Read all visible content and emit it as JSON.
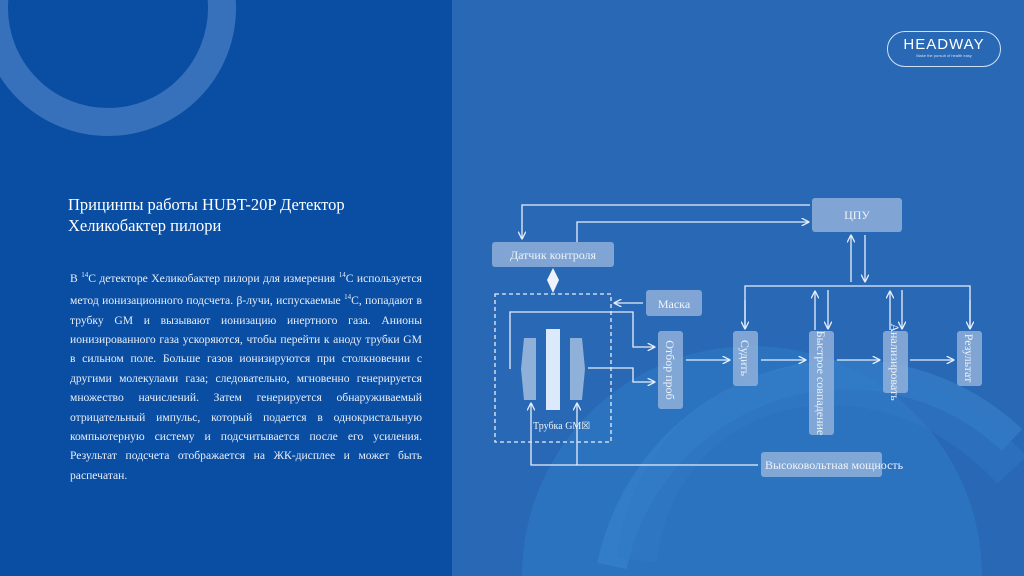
{
  "left": {
    "title_line1": "Прицинпы работы HUBT-20P Детектор",
    "title_line2": "Хеликобактер пилори",
    "body": {
      "p1": "В ",
      "sup1": "14",
      "p2": "С детекторе Хеликобактер пилори для измерения ",
      "sup2": "14",
      "p3": "С используется метод ионизационного подсчета. β-лучи, испускаемые ",
      "sup3": "14",
      "p4": "С, попадают в трубку GM и вызывают ионизацию инертного газа. Анионы ионизированного газа ускоряются, чтобы перейти к аноду трубки GM в сильном поле. Больше газов ионизируются при столкновении с другими молекулами газа; следовательно, мгновенно генерируется множество начислений. Затем генерируется обнаруживаемый отрицательный импульс, который подается в однокристальную компьютерную систему и подсчитывается после его усиления. Результат подсчета отображается на ЖК-дисплее и может быть распечатан."
    }
  },
  "logo": {
    "name": "HEADWAY",
    "slogan": "Make the pursuit of health easy"
  },
  "diagram": {
    "cpu": "ЦПУ",
    "control_sensor": "Датчик контроля",
    "mask": "Маска",
    "sampling": "Отбор проб",
    "judge": "Судить",
    "fast_coincidence": "Быстрое совпадение",
    "analyze": "Анализировать",
    "result": "Результат",
    "high_voltage": "Высоковольтная мощность",
    "gm_tube": "Трубка GM☒"
  },
  "colors": {
    "left_bg": "#0a4ea3",
    "right_bg": "#2868b4",
    "box": "#8fb0d9"
  }
}
